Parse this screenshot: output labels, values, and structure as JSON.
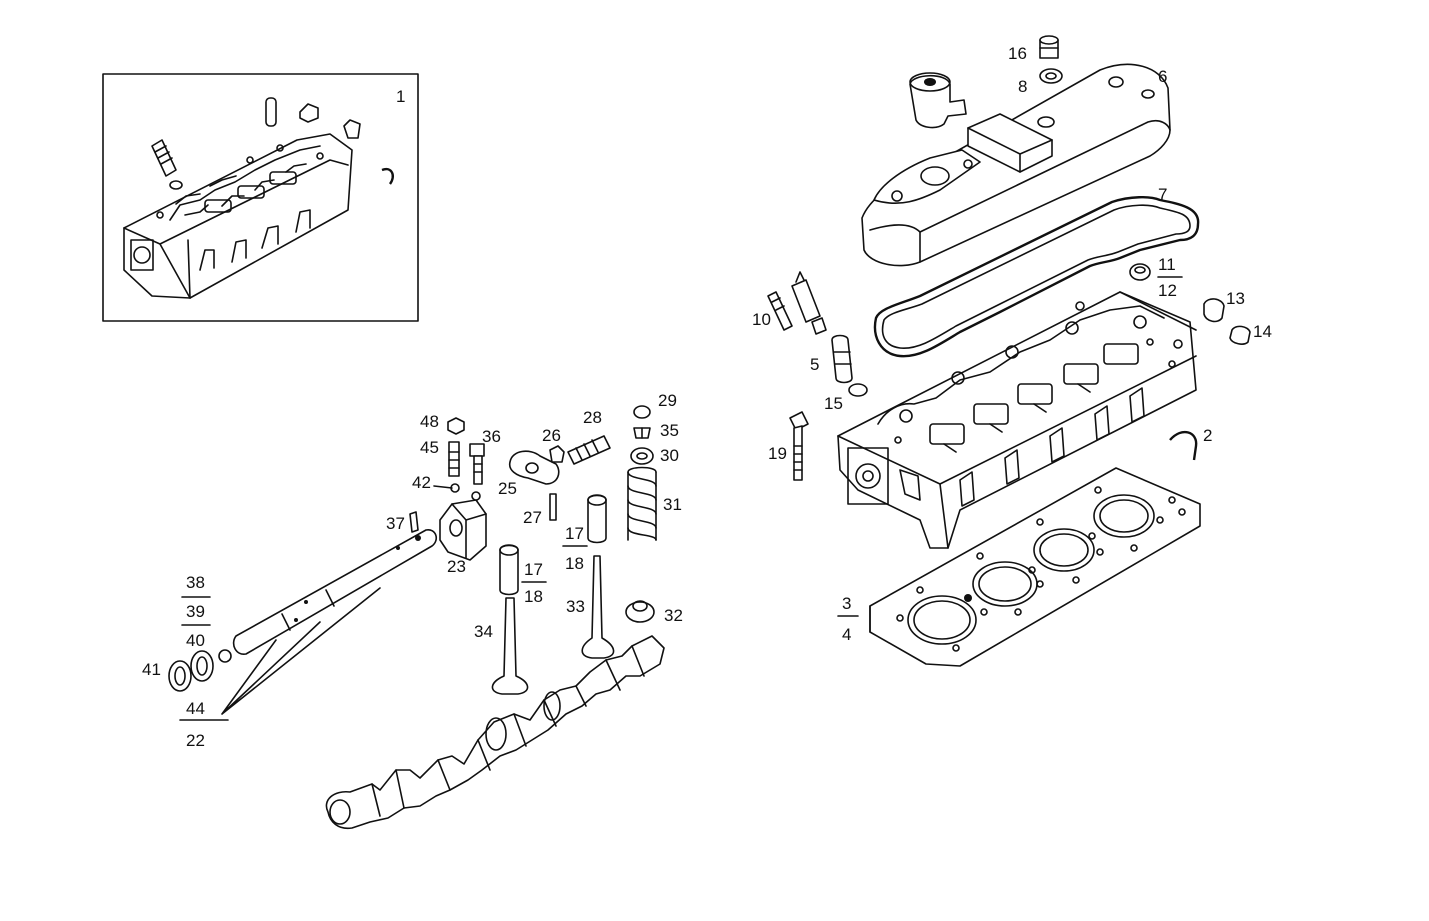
{
  "labels": {
    "l1": "1",
    "l2": "2",
    "l3": "3",
    "l4": "4",
    "l5": "5",
    "l6": "6",
    "l7": "7",
    "l8": "8",
    "l10": "10",
    "l11": "11",
    "l12": "12",
    "l13": "13",
    "l14": "14",
    "l15": "15",
    "l16": "16",
    "l17a": "17",
    "l18a": "18",
    "l17b": "17",
    "l18b": "18",
    "l19": "19",
    "l22": "22",
    "l23": "23",
    "l25": "25",
    "l26": "26",
    "l27": "27",
    "l28": "28",
    "l29": "29",
    "l30": "30",
    "l31": "31",
    "l32": "32",
    "l33": "33",
    "l34": "34",
    "l35": "35",
    "l36": "36",
    "l37": "37",
    "l38": "38",
    "l39": "39",
    "l40": "40",
    "l41": "41",
    "l42": "42",
    "l44": "44",
    "l45": "45",
    "l48": "48"
  }
}
